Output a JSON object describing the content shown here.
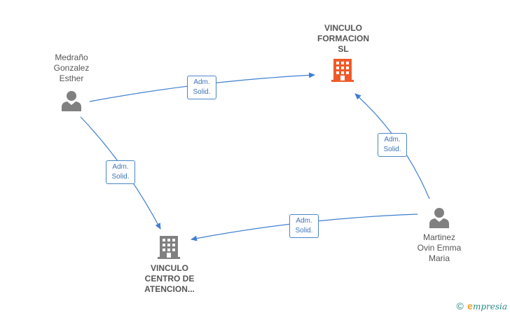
{
  "nodes": {
    "vinculo_formacion": {
      "label": "VINCULO\nFORMACION\nSL",
      "type": "company",
      "color": "#f05a28",
      "icon": "building-icon"
    },
    "vinculo_centro": {
      "label": "VINCULO\nCENTRO DE\nATENCION...",
      "type": "company",
      "color": "#808080",
      "icon": "building-icon"
    },
    "medrano": {
      "label": "Medraño\nGonzalez\nEsther",
      "type": "person",
      "color": "#808080",
      "icon": "person-icon"
    },
    "martinez": {
      "label": "Martinez\nOvin Emma\nMaria",
      "type": "person",
      "color": "#808080",
      "icon": "person-icon"
    }
  },
  "edges": [
    {
      "from": "medrano",
      "to": "vinculo_formacion",
      "line1": "Adm.",
      "line2": "Solid."
    },
    {
      "from": "medrano",
      "to": "vinculo_centro",
      "line1": "Adm.",
      "line2": "Solid."
    },
    {
      "from": "martinez",
      "to": "vinculo_formacion",
      "line1": "Adm.",
      "line2": "Solid."
    },
    {
      "from": "martinez",
      "to": "vinculo_centro",
      "line1": "Adm.",
      "line2": "Solid."
    }
  ],
  "colors": {
    "edge": "#3f7fd0"
  },
  "footer": {
    "copyright": "©",
    "brand_initial": "e",
    "brand_rest": "mpresia"
  }
}
